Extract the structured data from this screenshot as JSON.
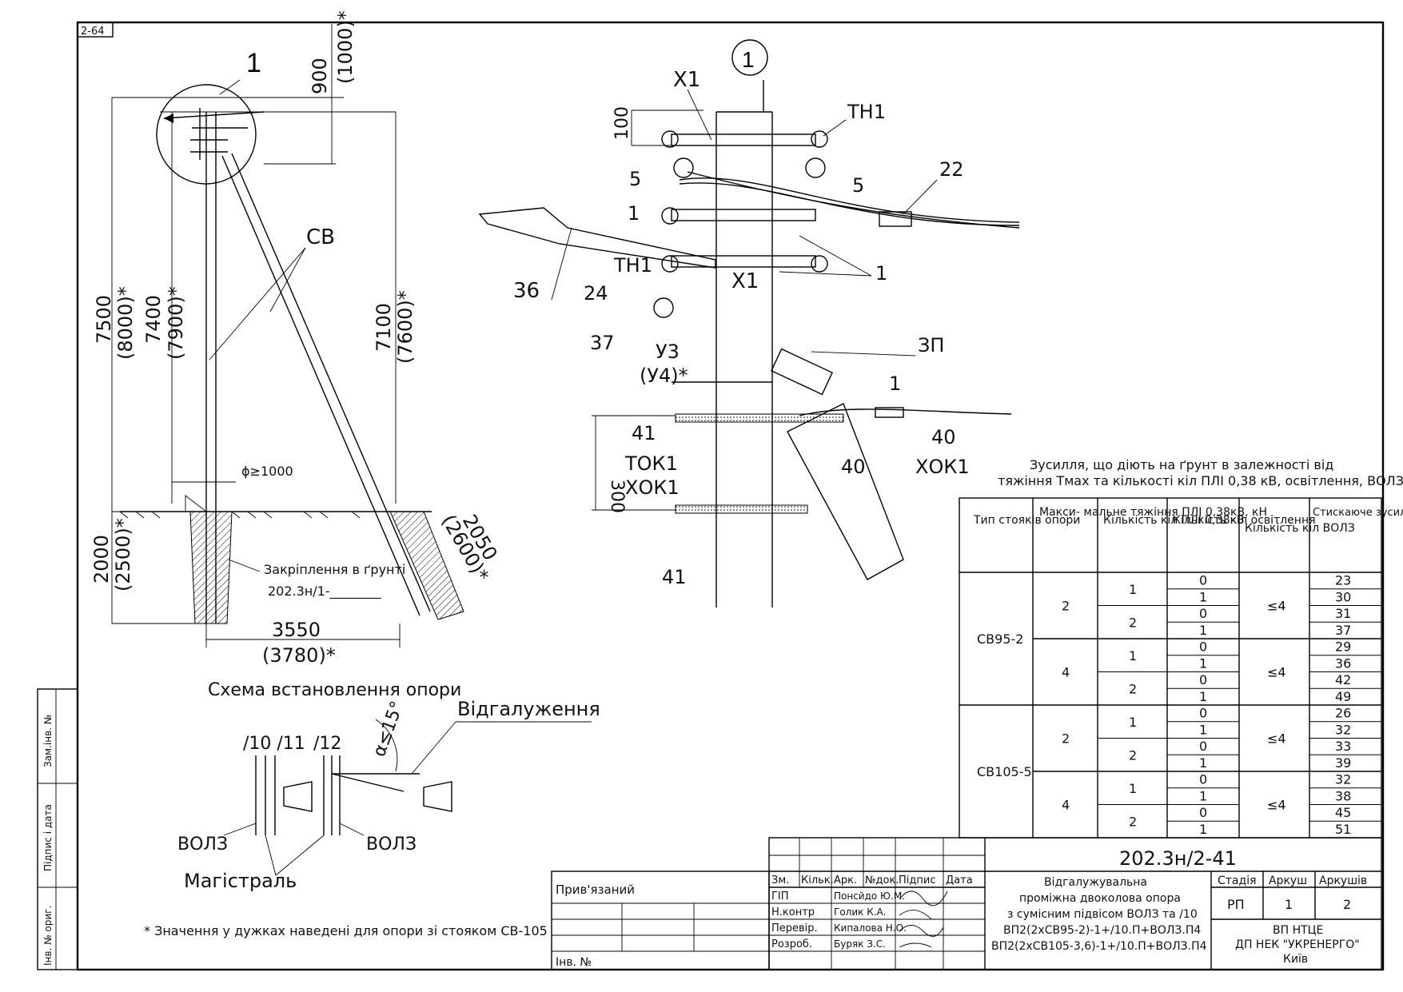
{
  "sheet": {
    "sheet_code": "2-64"
  },
  "left_diagram": {
    "detail_callout": "1",
    "dim_top_900": "900",
    "dim_top_1000": "(1000)*",
    "dim_7500": "7500",
    "dim_8000": "(8000)*",
    "dim_7400": "7400",
    "dim_7900": "(7900)*",
    "dim_7100": "7100",
    "dim_7600": "(7600)*",
    "label_cv": "СВ",
    "dim_phi": "ϕ≥1000",
    "dim_2000": "2000",
    "dim_2500": "(2500)*",
    "dim_2050": "2050",
    "dim_2600": "(2600)*",
    "fixing_label": "Закріплення в ґрунті",
    "fixing_ref": "202.3н/1-________",
    "dim_3550": "3550",
    "dim_3780": "(3780)*",
    "caption": "Схема встановлення опори"
  },
  "branch_scheme": {
    "label_branch": "Відгалуження",
    "label_angle": "α≤15°",
    "label_lo_l1": "/10 /11",
    "label_l2": "/12",
    "label_vols_left": "ВОЛЗ",
    "label_vols_right": "ВОЛЗ",
    "label_main": "Магістраль"
  },
  "footnote": "* Значення у дужках наведені для опори зі стояком СВ-105",
  "detail_view": {
    "callout": "1",
    "labels": {
      "x1_top": "Х1",
      "dim_100": "100",
      "th1_right": "ТН1",
      "n5_left": "5",
      "n5_right": "5",
      "n22": "22",
      "n1_left": "1",
      "th1_left": "ТН1",
      "x1_mid": "Х1",
      "n1_right": "1",
      "n36": "36",
      "n24": "24",
      "n37": "37",
      "u3": "У3",
      "u4": "(У4)*",
      "zp": "ЗП",
      "n1_lower": "1",
      "n41_top": "41",
      "dim_300": "300",
      "tok1": "ТОК1",
      "hok1_left": "ХОК1",
      "n40_right": "40",
      "n40_mid": "40",
      "hok1_right": "ХОК1",
      "n41_bottom": "41"
    }
  },
  "table": {
    "title_line1": "Зусилля, що діють на ґрунт в залежності від",
    "title_line2": "тяжіння Тмах та кількості кіл ПЛІ 0,38 кВ, освітлення, ВОЛЗ",
    "headers": [
      "Тип стояків опори",
      "Макси- мальне тяжіння ПЛІ 0,38кВ, кН",
      "Кількість кіл ПЛІ 0,38кВ",
      "Кількість кіл освітлення",
      "Кількість кіл ВОЛЗ",
      "Стискаюче зусилля на ґрунт Nр, кН"
    ],
    "groups": [
      {
        "type": "СВ95-2",
        "tension": "2",
        "circuits": "1",
        "lighting": [
          "0",
          "1"
        ],
        "vols": "≤4",
        "force": [
          "23",
          "30"
        ]
      },
      {
        "type": "",
        "tension": "",
        "circuits": "2",
        "lighting": [
          "0",
          "1"
        ],
        "vols": "",
        "force": [
          "31",
          "37"
        ]
      },
      {
        "type": "",
        "tension": "4",
        "circuits": "1",
        "lighting": [
          "0",
          "1"
        ],
        "vols": "≤4",
        "force": [
          "29",
          "36"
        ]
      },
      {
        "type": "",
        "tension": "",
        "circuits": "2",
        "lighting": [
          "0",
          "1"
        ],
        "vols": "",
        "force": [
          "42",
          "49"
        ]
      },
      {
        "type": "СВ105-5",
        "tension": "2",
        "circuits": "1",
        "lighting": [
          "0",
          "1"
        ],
        "vols": "≤4",
        "force": [
          "26",
          "32"
        ]
      },
      {
        "type": "",
        "tension": "",
        "circuits": "2",
        "lighting": [
          "0",
          "1"
        ],
        "vols": "",
        "force": [
          "33",
          "39"
        ]
      },
      {
        "type": "",
        "tension": "4",
        "circuits": "1",
        "lighting": [
          "0",
          "1"
        ],
        "vols": "≤4",
        "force": [
          "32",
          "38"
        ]
      },
      {
        "type": "",
        "tension": "",
        "circuits": "2",
        "lighting": [
          "0",
          "1"
        ],
        "vols": "",
        "force": [
          "45",
          "51"
        ]
      }
    ]
  },
  "title_block": {
    "doc_number": "202.3н/2-41",
    "attached": "Прив'язаний",
    "inv_no": "Інв. №",
    "cols": [
      "Зм.",
      "Кільк.",
      "Арк.",
      "№док.",
      "Підпис",
      "Дата"
    ],
    "roles": [
      "ГІП",
      "Н.контр",
      "Перевір.",
      "Розроб."
    ],
    "names": [
      "Понсйдо Ю.М.",
      "Голик К.А.",
      "Кипалова Н.О.",
      "Буряк З.С."
    ],
    "description": [
      "Відгалужувальна",
      "проміжна двоколова опора",
      "з сумісним підвісом ВОЛЗ та /10",
      "ВП2(2хСВ95-2)-1+/10.П+ВОЛЗ.П4",
      "ВП2(2хСВ105-3,6)-1+/10.П+ВОЛЗ.П4"
    ],
    "stage_header": "Стадія",
    "sheet_header": "Аркуш",
    "sheets_header": "Аркушів",
    "stage": "РП",
    "sheet": "1",
    "sheets": "2",
    "org": [
      "ВП НТЦЕ",
      "ДП НЕК \"УКРЕНЕРГО\"",
      "Київ"
    ],
    "left_strip": [
      "Зам.інв. №",
      "Підпис і дата",
      "Інв. № ориг."
    ]
  }
}
